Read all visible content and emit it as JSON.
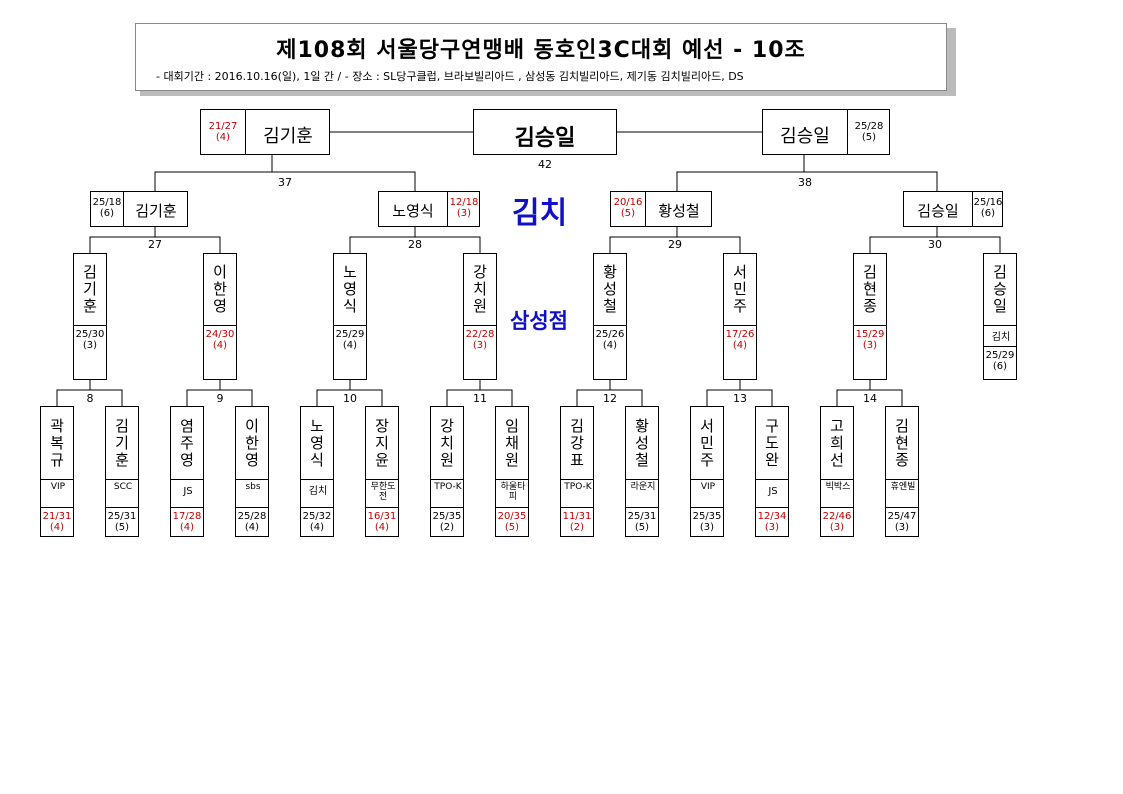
{
  "header": {
    "title": "제108회 서울당구연맹배 동호인3C대회 예선 - 10조",
    "subtitle": "- 대회기간 : 2016.10.16(일), 1일 간 / - 장소 : SL당구클럽, 브라보빌리아드 , 삼성동 김치빌리아드, 제기동 김치빌리아드, DS"
  },
  "venue_labels": {
    "kimchi": "김치",
    "samsung": "삼성점"
  },
  "final": {
    "winner": "김승일",
    "match_no": "42",
    "left": {
      "name": "김기훈",
      "score": "21/27",
      "inn": "(4)"
    },
    "right": {
      "name": "김승일",
      "score": "25/28",
      "inn": "(5)"
    }
  },
  "semis": [
    {
      "no": "37",
      "left": {
        "name": "김기훈",
        "score": "25/18",
        "inn": "(6)"
      },
      "right": {
        "name": "노영식",
        "score": "12/18",
        "inn": "(3)"
      }
    },
    {
      "no": "38",
      "left": {
        "name": "황성철",
        "score": "20/16",
        "inn": "(5)"
      },
      "right": {
        "name": "김승일",
        "score": "25/16",
        "inn": "(6)"
      }
    }
  ],
  "quarter_nos": [
    "27",
    "28",
    "29",
    "30"
  ],
  "round2": [
    {
      "name": "김기훈",
      "club": "",
      "score": "25/30",
      "inn": "(3)",
      "win": true
    },
    {
      "name": "이한영",
      "club": "",
      "score": "24/30",
      "inn": "(4)",
      "win": false
    },
    {
      "name": "노영식",
      "club": "",
      "score": "25/29",
      "inn": "(4)",
      "win": true
    },
    {
      "name": "강치원",
      "club": "",
      "score": "22/28",
      "inn": "(3)",
      "win": false
    },
    {
      "name": "황성철",
      "club": "",
      "score": "25/26",
      "inn": "(4)",
      "win": true
    },
    {
      "name": "서민주",
      "club": "",
      "score": "17/26",
      "inn": "(4)",
      "win": false
    },
    {
      "name": "김현종",
      "club": "",
      "score": "15/29",
      "inn": "(3)",
      "win": false
    },
    {
      "name": "김승일",
      "club": "김치",
      "score": "25/29",
      "inn": "(6)",
      "win": true
    }
  ],
  "round1_nos": [
    "8",
    "9",
    "10",
    "11",
    "12",
    "13",
    "14"
  ],
  "round1": [
    {
      "name": "곽복규",
      "club": "VIP",
      "score": "21/31",
      "inn": "(4)",
      "win": false
    },
    {
      "name": "김기훈",
      "club": "SCC",
      "score": "25/31",
      "inn": "(5)",
      "win": true
    },
    {
      "name": "염주영",
      "club": "JS",
      "score": "17/28",
      "inn": "(4)",
      "win": false
    },
    {
      "name": "이한영",
      "club": "sbs",
      "score": "25/28",
      "inn": "(4)",
      "win": true
    },
    {
      "name": "노영식",
      "club": "김치",
      "score": "25/32",
      "inn": "(4)",
      "win": true
    },
    {
      "name": "장지윤",
      "club": "무한도전",
      "score": "16/31",
      "inn": "(4)",
      "win": false
    },
    {
      "name": "강치원",
      "club": "TPO-K",
      "score": "25/35",
      "inn": "(2)",
      "win": true
    },
    {
      "name": "임채원",
      "club": "하울타피",
      "score": "20/35",
      "inn": "(5)",
      "win": false
    },
    {
      "name": "김강표",
      "club": "TPO-K",
      "score": "11/31",
      "inn": "(2)",
      "win": false
    },
    {
      "name": "황성철",
      "club": "라운지",
      "score": "25/31",
      "inn": "(5)",
      "win": true
    },
    {
      "name": "서민주",
      "club": "VIP",
      "score": "25/35",
      "inn": "(3)",
      "win": true
    },
    {
      "name": "구도완",
      "club": "JS",
      "score": "12/34",
      "inn": "(3)",
      "win": false
    },
    {
      "name": "고희선",
      "club": "빅박스",
      "score": "22/46",
      "inn": "(3)",
      "win": false
    },
    {
      "name": "김현종",
      "club": "휴엔빌",
      "score": "25/47",
      "inn": "(3)",
      "win": true
    }
  ]
}
